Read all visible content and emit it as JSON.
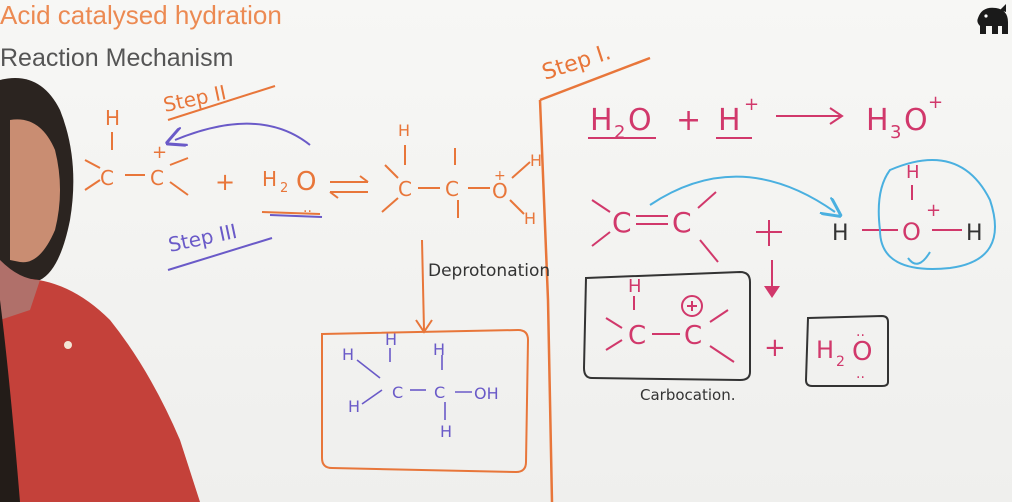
{
  "header": {
    "title": "Acid catalysed hydration",
    "subtitle": "Reaction Mechanism"
  },
  "logo": {
    "icon": "elephant-logo-icon"
  },
  "board": {
    "step1_label": "Step I.",
    "step2_label": "Step II",
    "step3_label": "Step III",
    "deprotonation_label": "Deprotonation",
    "carbocation_label": "Carbocation.",
    "colors": {
      "orange_ink": "#e8763a",
      "magenta_ink": "#d1386b",
      "purple_ink": "#6a5ac8",
      "blue_ink": "#4ab0e0",
      "dark_ink": "#333333"
    }
  }
}
